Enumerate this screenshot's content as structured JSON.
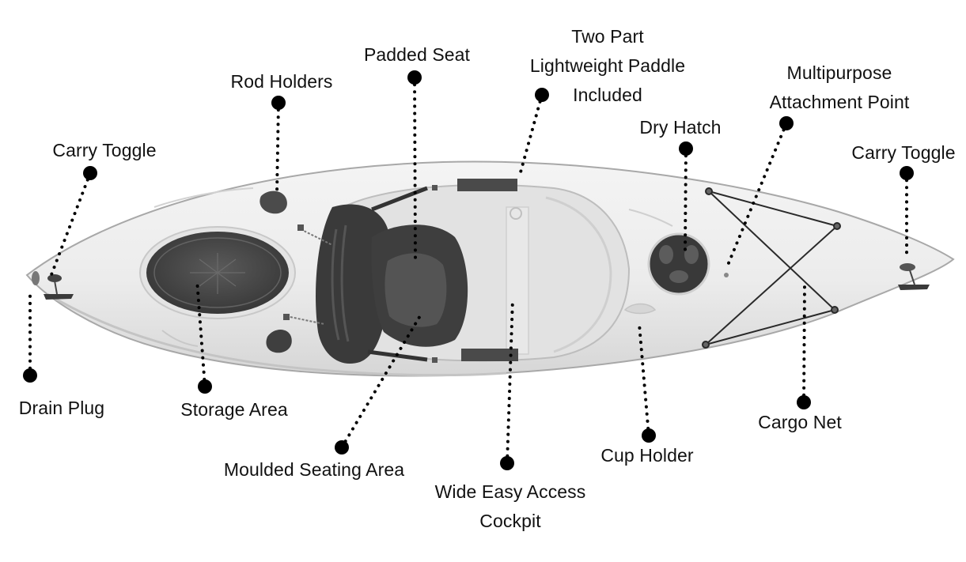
{
  "title": "Kayak Features Diagram",
  "colors": {
    "background": "#ffffff",
    "hull": "#ececec",
    "hull_edge": "#9a9a9a",
    "dark_part": "#3c3c3c",
    "marker": "#000000",
    "text": "#111111"
  },
  "callouts": [
    {
      "id": "drain-plug",
      "lines": [
        "Drain Plug"
      ],
      "icon": "drain-plug-icon"
    },
    {
      "id": "carry-toggle-stern",
      "lines": [
        "Carry Toggle"
      ],
      "icon": "carry-toggle-icon"
    },
    {
      "id": "storage-area",
      "lines": [
        "Storage Area"
      ],
      "icon": "storage-hatch-icon"
    },
    {
      "id": "rod-holders",
      "lines": [
        "Rod Holders"
      ],
      "icon": "rod-holder-icon"
    },
    {
      "id": "padded-seat",
      "lines": [
        "Padded Seat"
      ],
      "icon": "seat-icon"
    },
    {
      "id": "moulded-seating-area",
      "lines": [
        "Moulded Seating Area"
      ],
      "icon": "seating-area-icon"
    },
    {
      "id": "paddle",
      "lines": [
        "Two Part",
        "Lightweight Paddle",
        "Included"
      ],
      "icon": "paddle-icon"
    },
    {
      "id": "cockpit",
      "lines": [
        "Wide Easy Access",
        "Cockpit"
      ],
      "icon": "cockpit-icon"
    },
    {
      "id": "dry-hatch",
      "lines": [
        "Dry Hatch"
      ],
      "icon": "dry-hatch-icon"
    },
    {
      "id": "cup-holder",
      "lines": [
        "Cup Holder"
      ],
      "icon": "cup-holder-icon"
    },
    {
      "id": "attachment-point",
      "lines": [
        "Multipurpose",
        "Attachment Point"
      ],
      "icon": "attachment-point-icon"
    },
    {
      "id": "cargo-net",
      "lines": [
        "Cargo Net"
      ],
      "icon": "cargo-net-icon"
    },
    {
      "id": "carry-toggle-bow",
      "lines": [
        "Carry Toggle"
      ],
      "icon": "carry-toggle-icon"
    }
  ]
}
